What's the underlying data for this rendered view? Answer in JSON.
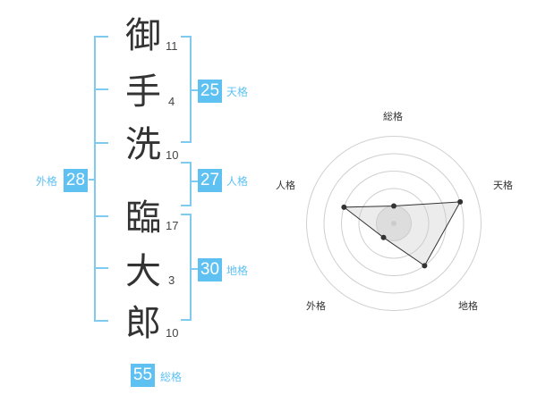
{
  "name": {
    "chars": [
      {
        "char": "御",
        "strokes": "11"
      },
      {
        "char": "手",
        "strokes": "4"
      },
      {
        "char": "洗",
        "strokes": "10"
      },
      {
        "char": "臨",
        "strokes": "17"
      },
      {
        "char": "大",
        "strokes": "3"
      },
      {
        "char": "郎",
        "strokes": "10"
      }
    ]
  },
  "scores": {
    "tenkaku": {
      "value": "25",
      "label": "天格"
    },
    "jinkaku": {
      "value": "27",
      "label": "人格"
    },
    "chikaku": {
      "value": "30",
      "label": "地格"
    },
    "gaikaku": {
      "value": "28",
      "label": "外格"
    },
    "soukaku": {
      "value": "55",
      "label": "総格"
    }
  },
  "radar": {
    "axes": [
      "総格",
      "天格",
      "地格",
      "外格",
      "人格"
    ],
    "levels": 5,
    "values": [
      1,
      4,
      3,
      1,
      3
    ]
  }
}
